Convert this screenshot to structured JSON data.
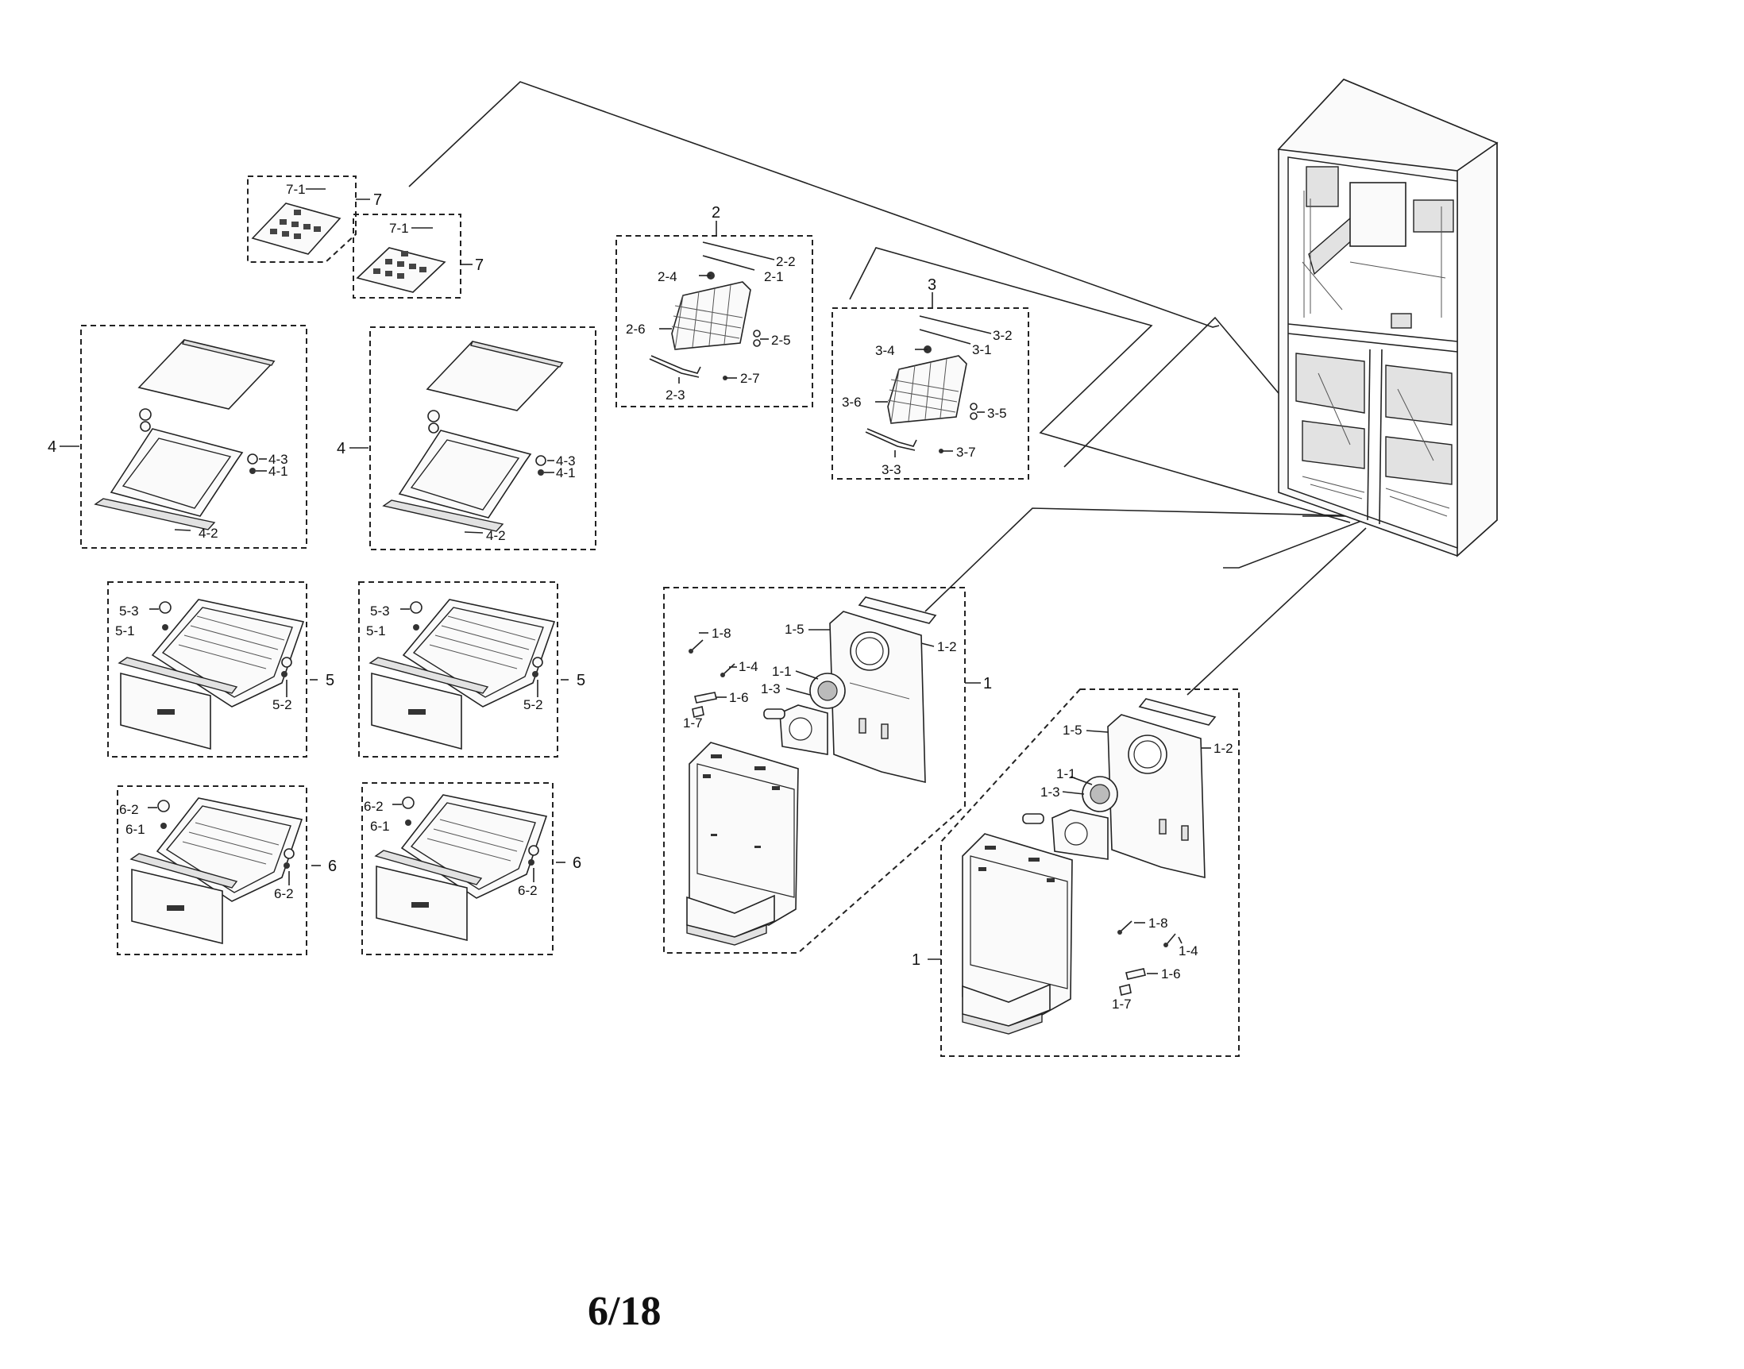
{
  "page": {
    "number": "6/18"
  },
  "groups": {
    "g1": "1",
    "g2": "2",
    "g3": "3",
    "g4": "4",
    "g5": "5",
    "g6": "6",
    "g7": "7"
  },
  "parts": {
    "p1_1": "1-1",
    "p1_2": "1-2",
    "p1_3": "1-3",
    "p1_4": "1-4",
    "p1_5": "1-5",
    "p1_6": "1-6",
    "p1_7": "1-7",
    "p1_8": "1-8",
    "p2_1": "2-1",
    "p2_2": "2-2",
    "p2_3": "2-3",
    "p2_4": "2-4",
    "p2_5": "2-5",
    "p2_6": "2-6",
    "p2_7": "2-7",
    "p3_1": "3-1",
    "p3_2": "3-2",
    "p3_3": "3-3",
    "p3_4": "3-4",
    "p3_5": "3-5",
    "p3_6": "3-6",
    "p3_7": "3-7",
    "p4_1": "4-1",
    "p4_2": "4-2",
    "p4_3": "4-3",
    "p5_1": "5-1",
    "p5_2": "5-2",
    "p5_3": "5-3",
    "p6_1": "6-1",
    "p6_2": "6-2",
    "p7_1": "7-1"
  }
}
